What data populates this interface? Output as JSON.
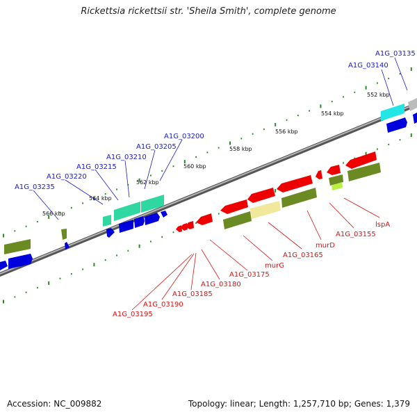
{
  "title": "Rickettsia rickettsii str. 'Sheila Smith', complete genome",
  "footer": {
    "accession": "Accession: NC_009882",
    "summary": "Topology: linear; Length: 1,257,710 bp; Genes: 1,379"
  },
  "ticks": [
    {
      "label": "552 kbp"
    },
    {
      "label": "554 kbp"
    },
    {
      "label": "556 kbp"
    },
    {
      "label": "558 kbp"
    },
    {
      "label": "560 kbp"
    },
    {
      "label": "562 kbp"
    },
    {
      "label": "564 kbp"
    },
    {
      "label": "566 kbp"
    }
  ],
  "labels_top": [
    "A1G_03135",
    "A1G_03140",
    "A1G_03200",
    "A1G_03205",
    "A1G_03210",
    "A1G_03215",
    "A1G_03220",
    "A1G_03235"
  ],
  "labels_bottom": [
    "lspA",
    "A1G_03155",
    "murD",
    "A1G_03165",
    "murG",
    "A1G_03175",
    "A1G_03180",
    "A1G_03185",
    "A1G_03190",
    "A1G_03195"
  ],
  "colors": {
    "forward_gene": "#0000dd",
    "reverse_gene": "#ee0000",
    "top_label": "#1a1acc",
    "bottom_label": "#dd1111",
    "backbone": "#7a7a7a",
    "tick": "#2a8a2a",
    "cds_olive": "#6b8a22",
    "cds_teal": "#2fd8a0",
    "cds_cyan": "#22e6e6",
    "cds_yellow": "#f0e89a",
    "cds_lime": "#b8f040",
    "cds_gray": "#bbbbbb"
  }
}
